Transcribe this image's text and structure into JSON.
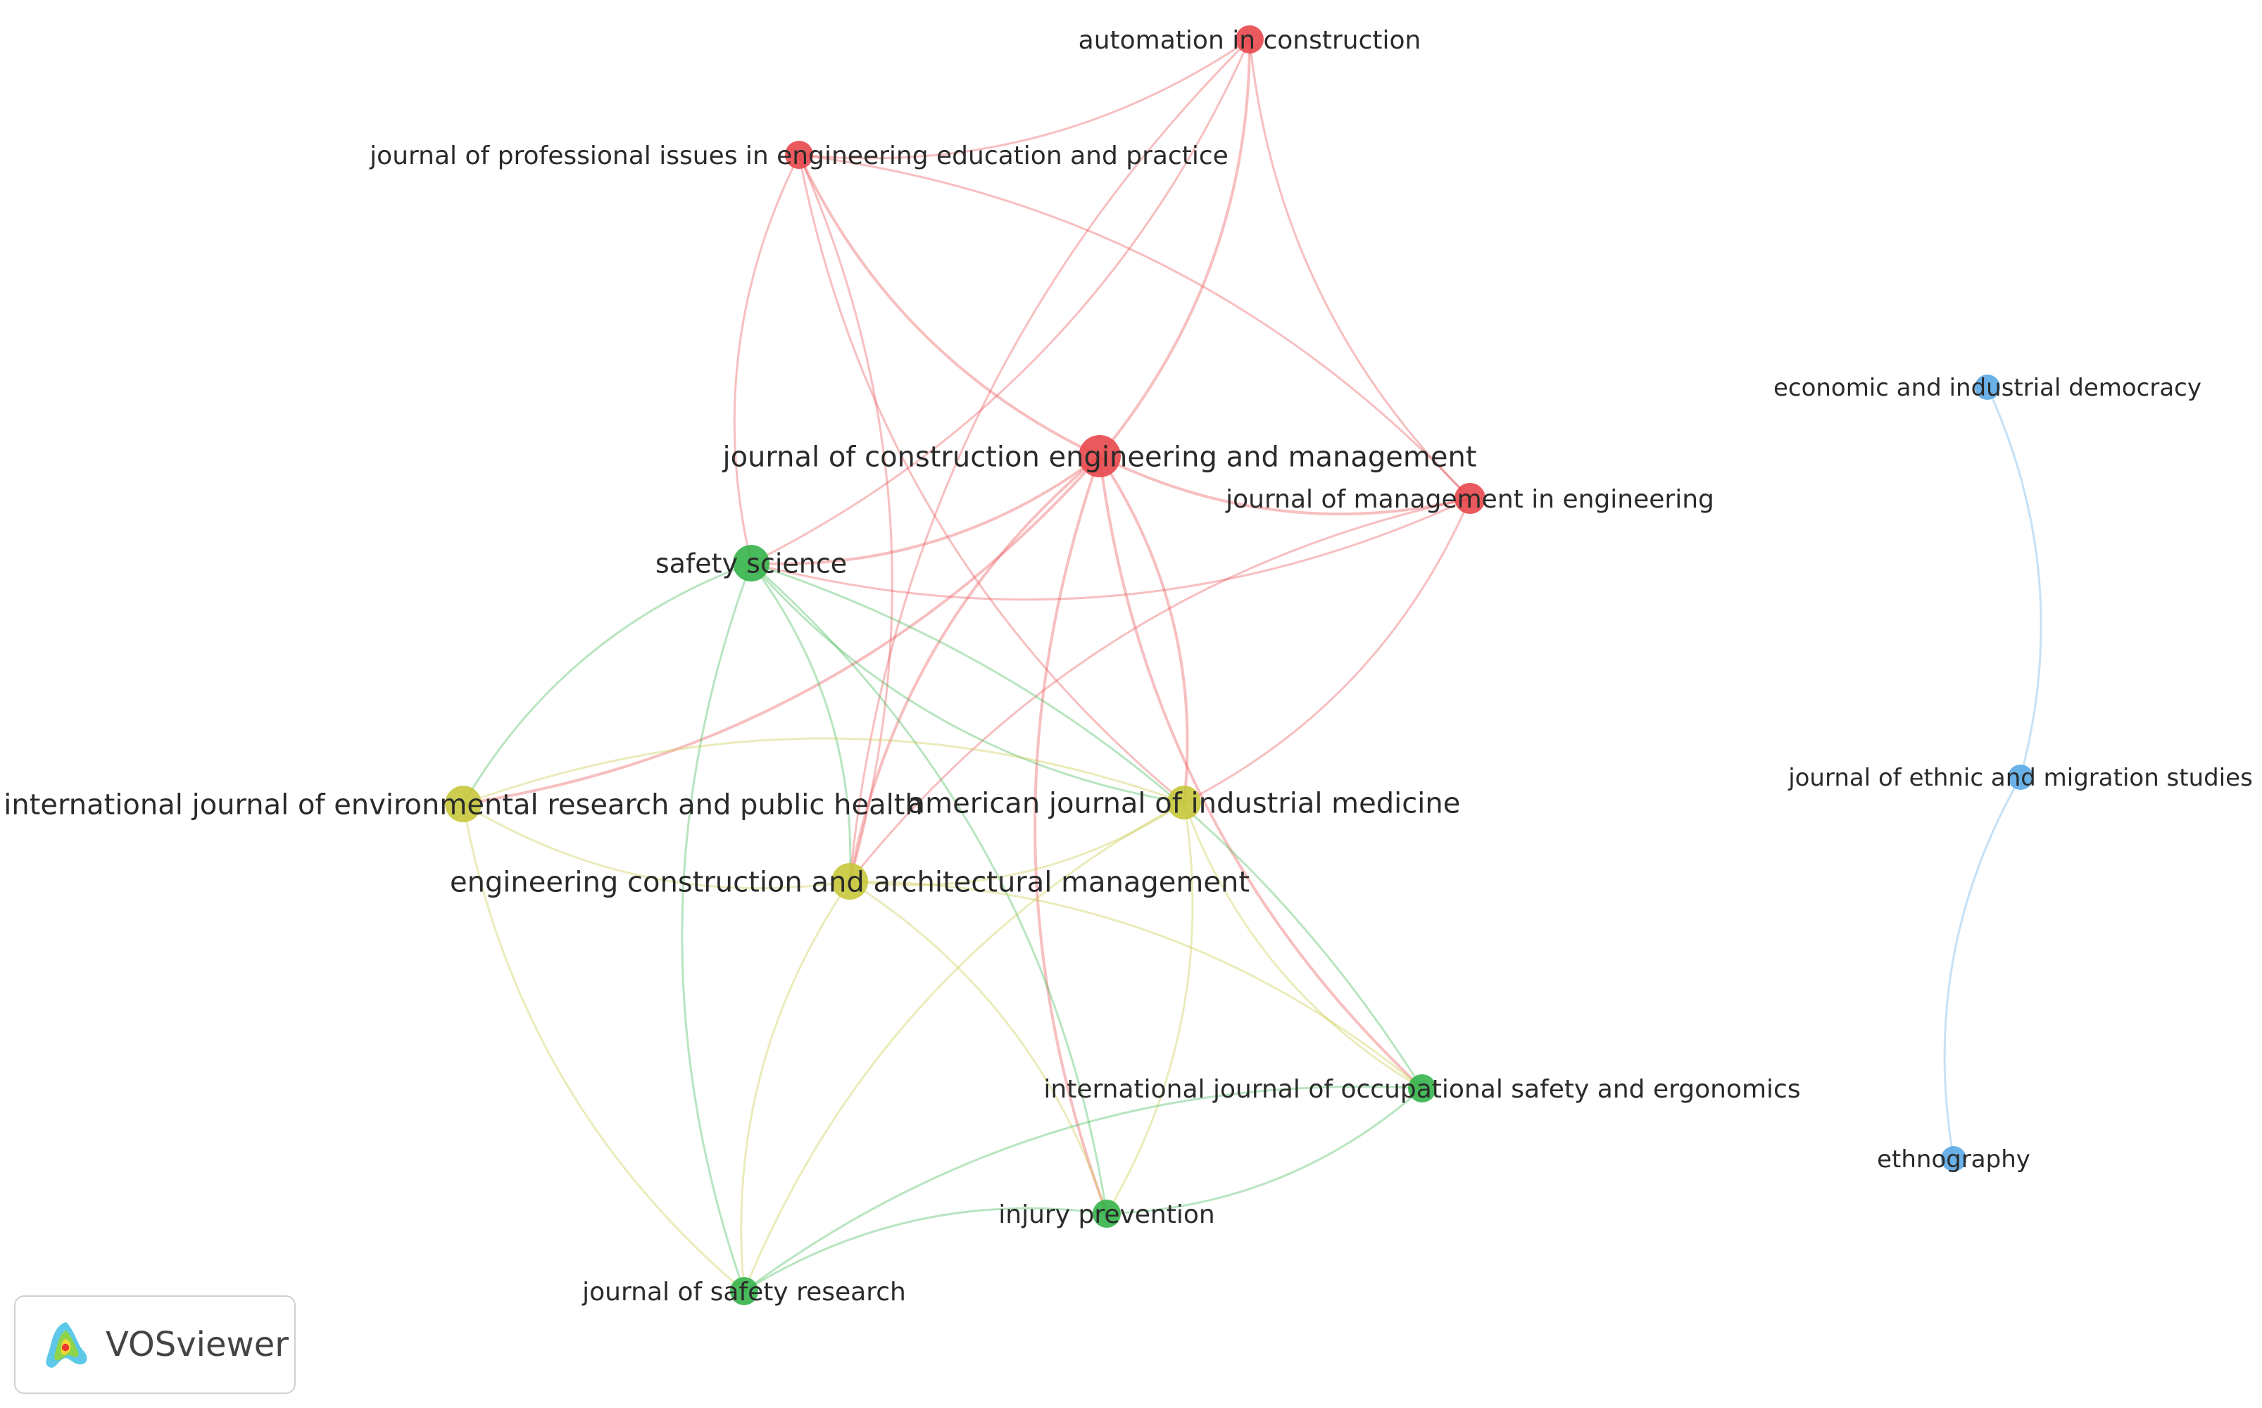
{
  "diagram": {
    "type": "vosviewer-network",
    "clusters": {
      "red": "#e8474b",
      "green": "#35b44a",
      "yellow": "#c6c63b",
      "blue": "#5aa8e6"
    },
    "nodes": [
      {
        "id": "aic",
        "label": "automation in construction",
        "cluster": "red"
      },
      {
        "id": "jpi",
        "label": "journal of professional issues in engineering education and practice",
        "cluster": "red"
      },
      {
        "id": "jcem",
        "label": "journal of construction engineering and management",
        "cluster": "red"
      },
      {
        "id": "jme",
        "label": "journal of management in engineering",
        "cluster": "red"
      },
      {
        "id": "ss",
        "label": "safety science",
        "cluster": "green"
      },
      {
        "id": "ijose",
        "label": "international journal of occupational safety and ergonomics",
        "cluster": "green"
      },
      {
        "id": "ip",
        "label": "injury prevention",
        "cluster": "green"
      },
      {
        "id": "jsr",
        "label": "journal of safety research",
        "cluster": "green"
      },
      {
        "id": "ijerph",
        "label": "international journal of environmental research and public health",
        "cluster": "yellow"
      },
      {
        "id": "ajim",
        "label": "american journal of industrial medicine",
        "cluster": "yellow"
      },
      {
        "id": "ecam",
        "label": "engineering construction and architectural management",
        "cluster": "yellow"
      },
      {
        "id": "eid",
        "label": "economic and industrial democracy",
        "cluster": "blue"
      },
      {
        "id": "jems",
        "label": "journal of ethnic and migration studies",
        "cluster": "blue"
      },
      {
        "id": "eth",
        "label": "ethnography",
        "cluster": "blue"
      }
    ],
    "links": [
      [
        "jcem",
        "aic"
      ],
      [
        "jcem",
        "jpi"
      ],
      [
        "jcem",
        "jme"
      ],
      [
        "jcem",
        "ss"
      ],
      [
        "jcem",
        "ecam"
      ],
      [
        "jcem",
        "ajim"
      ],
      [
        "jcem",
        "ijose"
      ],
      [
        "jcem",
        "ijerph"
      ],
      [
        "jcem",
        "ip"
      ],
      [
        "aic",
        "jpi"
      ],
      [
        "aic",
        "jme"
      ],
      [
        "aic",
        "ss"
      ],
      [
        "aic",
        "ecam"
      ],
      [
        "jpi",
        "jme"
      ],
      [
        "jpi",
        "ss"
      ],
      [
        "jpi",
        "ecam"
      ],
      [
        "jpi",
        "ajim"
      ],
      [
        "jme",
        "ajim"
      ],
      [
        "jme",
        "ecam"
      ],
      [
        "jme",
        "ss"
      ],
      [
        "ss",
        "ijerph"
      ],
      [
        "ss",
        "ecam"
      ],
      [
        "ss",
        "ajim"
      ],
      [
        "ss",
        "ijose"
      ],
      [
        "ss",
        "jsr"
      ],
      [
        "ss",
        "ip"
      ],
      [
        "ijerph",
        "ecam"
      ],
      [
        "ijerph",
        "ajim"
      ],
      [
        "ijerph",
        "jsr"
      ],
      [
        "ajim",
        "ecam"
      ],
      [
        "ajim",
        "ijose"
      ],
      [
        "ajim",
        "ip"
      ],
      [
        "ajim",
        "jsr"
      ],
      [
        "ecam",
        "ijose"
      ],
      [
        "ecam",
        "jsr"
      ],
      [
        "ecam",
        "ip"
      ],
      [
        "ijose",
        "jsr"
      ],
      [
        "ijose",
        "ip"
      ],
      [
        "ip",
        "jsr"
      ],
      [
        "eid",
        "jems"
      ],
      [
        "jems",
        "eth"
      ]
    ]
  },
  "logo": {
    "text": "VOSviewer",
    "icon": "vosviewer-logo-icon"
  }
}
